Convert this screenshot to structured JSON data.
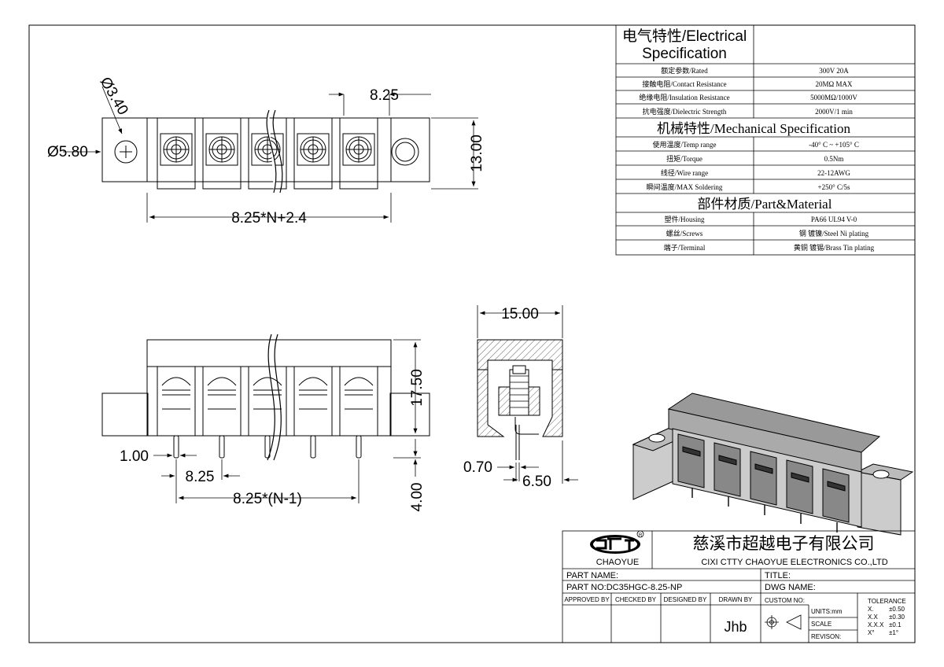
{
  "dimensions": {
    "phi_hole_small": "Ø3.40",
    "phi_hole_large": "Ø5.80",
    "pitch_top": "8.25",
    "height_top": "13.00",
    "width_formula": "8.25*N+2.4",
    "side_width": "15.00",
    "front_height": "17.50",
    "pin_dia": "1.00",
    "pitch_front": "8.25",
    "pin_span": "8.25*(N-1)",
    "pin_length": "4.00",
    "pin_thk": "0.70",
    "pin_offset": "6.50"
  },
  "spec": {
    "electrical_title_1": "电气特性/Electrical",
    "electrical_title_2": "Specification",
    "electrical_rows": [
      {
        "label": "额定参数/Rated",
        "value": "300V  20A"
      },
      {
        "label": "接触电阻/Contact Resistance",
        "value": "20MΩ MAX"
      },
      {
        "label": "绝缘电阻/Insulation Resistance",
        "value": "5000MΩ/1000V"
      },
      {
        "label": "抗电强度/Dielectric Strength",
        "value": "2000V/1 min"
      }
    ],
    "mechanical_title": "机械特性/Mechanical Specification",
    "mechanical_rows": [
      {
        "label": "使用温度/Temp range",
        "value": "-40° C ~ +105° C"
      },
      {
        "label": "扭矩/Torque",
        "value": "0.5Nm"
      },
      {
        "label": "线径/Wire range",
        "value": "22-12AWG"
      },
      {
        "label": "瞬间温度/MAX Soldering",
        "value": "+250° C/5s"
      }
    ],
    "material_title": "部件材质/Part&Material",
    "material_rows": [
      {
        "label": "塑件/Housing",
        "value": "PA66 UL94 V-0"
      },
      {
        "label": "螺丝/Screws",
        "value": "钢 镀镍/Steel Ni plating"
      },
      {
        "label": "端子/Terminal",
        "value": "黄铜 镀锡/Brass Tin  plating"
      }
    ]
  },
  "title_block": {
    "logo_text": "CHAOYUE",
    "company_cn": "慈溪市超越电子有限公司",
    "company_en": "CIXI CTTY CHAOYUE ELECTRONICS CO.,LTD",
    "part_name_label": "PART NAME:",
    "title_label": "TITLE:",
    "part_no_label": "PART NO:DC35HGC-8.25-NP",
    "dwg_name_label": "DWG NAME:",
    "approved_by": "APPROVED BY",
    "checked_by": "CHECKED BY",
    "designed_by": "DESIGNED BY",
    "drawn_by": "DRAWN BY",
    "drawn_by_value": "Jhb",
    "custom_no": "CUSTOM NO:",
    "units": "UNITS:mm",
    "scale": "SCALE",
    "revision": "REVISON:",
    "tolerance_title": "TOLERANCE",
    "tolerances": [
      {
        "k": "X.",
        "v": "±0.50"
      },
      {
        "k": "X.X",
        "v": "±0.30"
      },
      {
        "k": "X.X.X",
        "v": "±0.1"
      },
      {
        "k": "X°",
        "v": "±1°"
      }
    ]
  }
}
